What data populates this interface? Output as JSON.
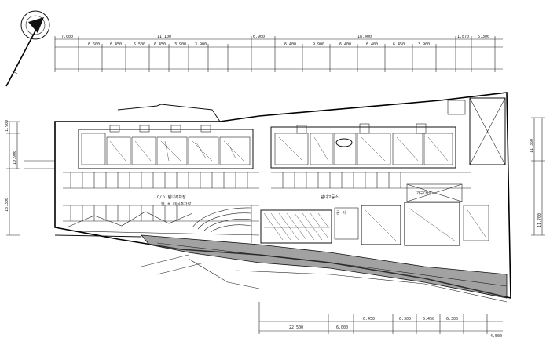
{
  "plan": {
    "north_arrow_icon": "north-arrow-icon",
    "colors": {
      "ink": "#111111",
      "paper": "#ffffff"
    },
    "top_dimensions": {
      "row1": [
        "7.000",
        "11.100",
        "6.900",
        "18.400",
        "1.870",
        "6.300"
      ],
      "row2": [
        "6.500",
        "6.450",
        "6.500",
        "6.450",
        "3.900",
        "3.900",
        "6.400",
        "9.900",
        "6.400",
        "6.400",
        "6.450",
        "3.900"
      ]
    },
    "left_dimensions": [
      "1.900",
      "10.900",
      "18.300"
    ],
    "right_dimensions": [
      "11.350",
      "11.700"
    ],
    "bottom_dimensions": {
      "row1": [
        "22.500",
        "6.000",
        "6.450",
        "6.300",
        "6.450",
        "6.300"
      ],
      "row2": [
        "4.500"
      ]
    },
    "labels": {
      "parking_left": "C/ㅇ 텀녀주차장",
      "parking_left_sub": "한 ㅎ 대식주차장",
      "parking_right": "텀녀고등소",
      "ramp_label": "가구대비",
      "annex_label": "공 아"
    }
  }
}
